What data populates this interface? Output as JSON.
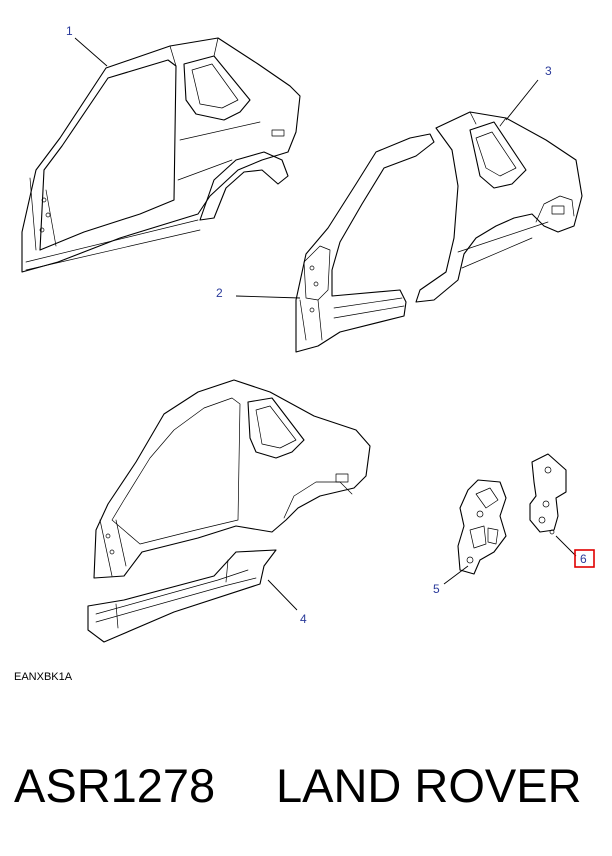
{
  "diagram": {
    "code": "EANXBK1A",
    "callouts": [
      {
        "label": "1"
      },
      {
        "label": "2"
      },
      {
        "label": "3"
      },
      {
        "label": "4"
      },
      {
        "label": "5"
      },
      {
        "label": "6",
        "highlighted": true
      }
    ],
    "highlight_color": "#e00000",
    "callout_color": "#2a3a9a"
  },
  "footer": {
    "part_number": "ASR1278",
    "brand": "LAND ROVER"
  }
}
